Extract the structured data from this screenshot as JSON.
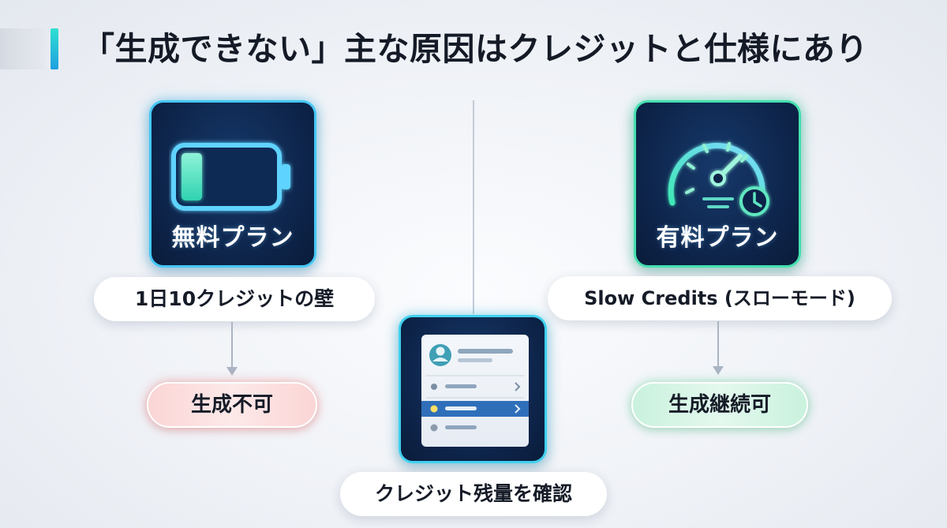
{
  "header": {
    "title": "「生成できない」主な原因はクレジットと仕様にあり"
  },
  "free_plan": {
    "card_label": "無料プラン",
    "limit_label": "1日10クレジットの壁",
    "result_label": "生成不可"
  },
  "paid_plan": {
    "card_label": "有料プラン",
    "mode_label": "Slow Credits (スローモード)",
    "result_label": "生成継続可"
  },
  "center": {
    "action_label": "クレジット残量を確認"
  },
  "colors": {
    "free_accent": "#45c7f5",
    "paid_accent": "#43e0ae",
    "negative": "#f05a5a",
    "positive": "#3cc882",
    "card_bg": "#0d2348"
  },
  "icons": {
    "free_card": "battery-low-icon",
    "paid_card": "speedometer-clock-icon",
    "center_card": "settings-panel-icon"
  }
}
